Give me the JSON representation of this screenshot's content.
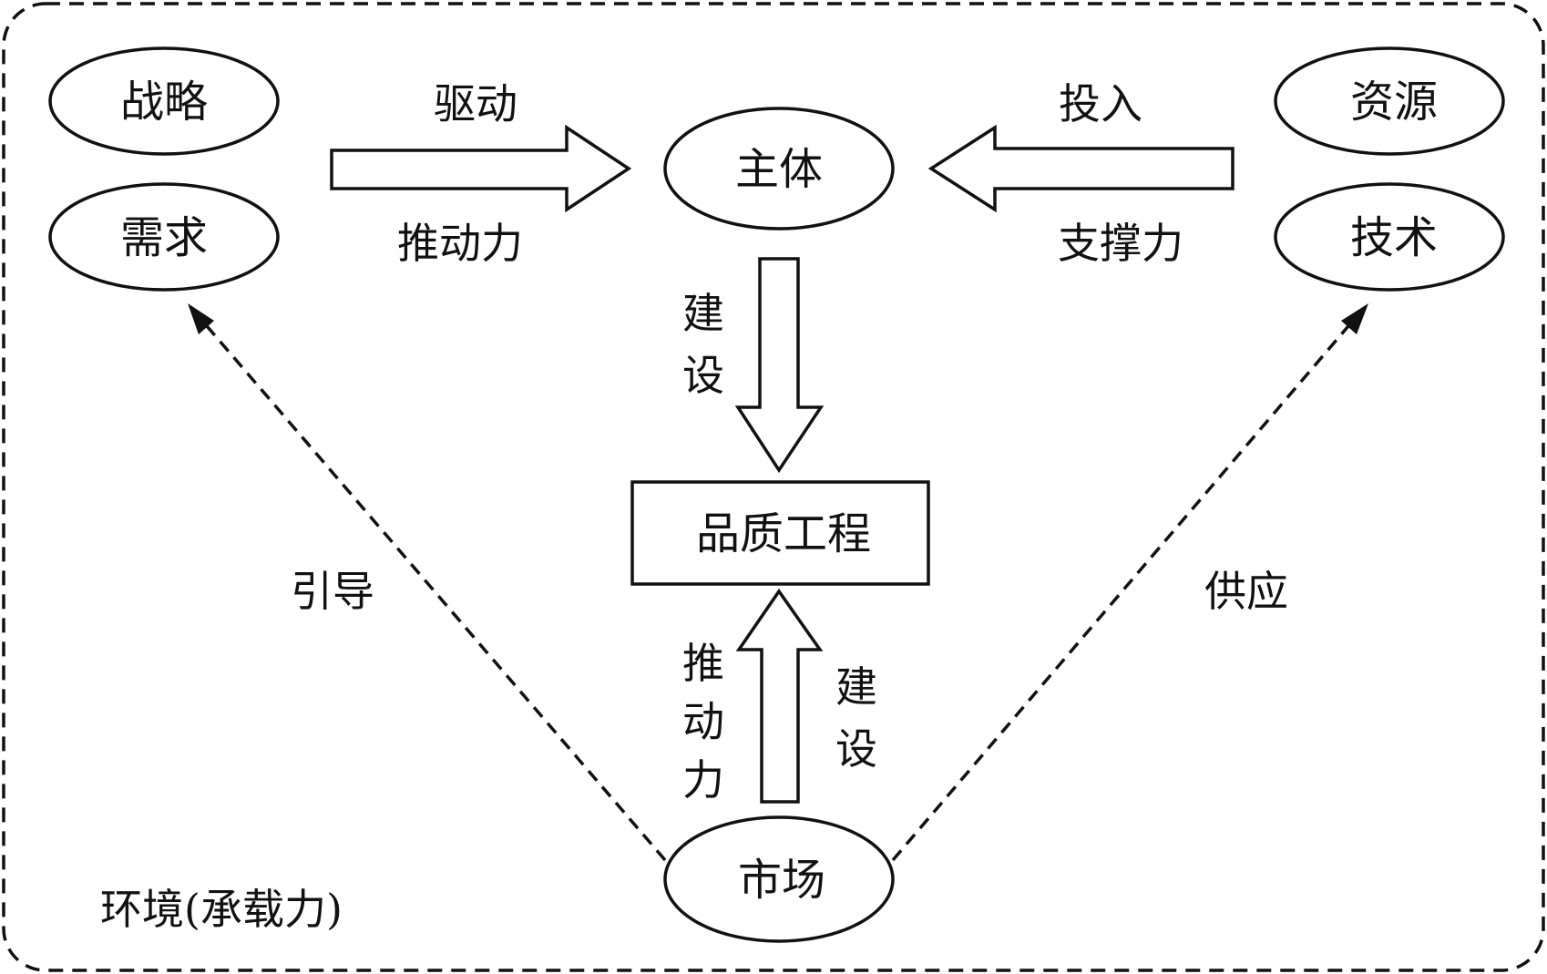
{
  "diagram": {
    "environment_label": "环境(承载力)",
    "nodes": {
      "strategy": "战略",
      "demand": "需求",
      "subject": "主体",
      "resource": "资源",
      "technology": "技术",
      "quality_engineering": "品质工程",
      "market": "市场"
    },
    "edges": {
      "drive_top": "驱动",
      "drive_bottom": "推动力",
      "input_top": "投入",
      "input_bottom": "支撑力",
      "build_char1": "建",
      "build_char2": "设",
      "push_char1": "推",
      "push_char2": "动",
      "push_char3": "力",
      "build2_char1": "建",
      "build2_char2": "设",
      "guide": "引导",
      "supply": "供应"
    }
  }
}
